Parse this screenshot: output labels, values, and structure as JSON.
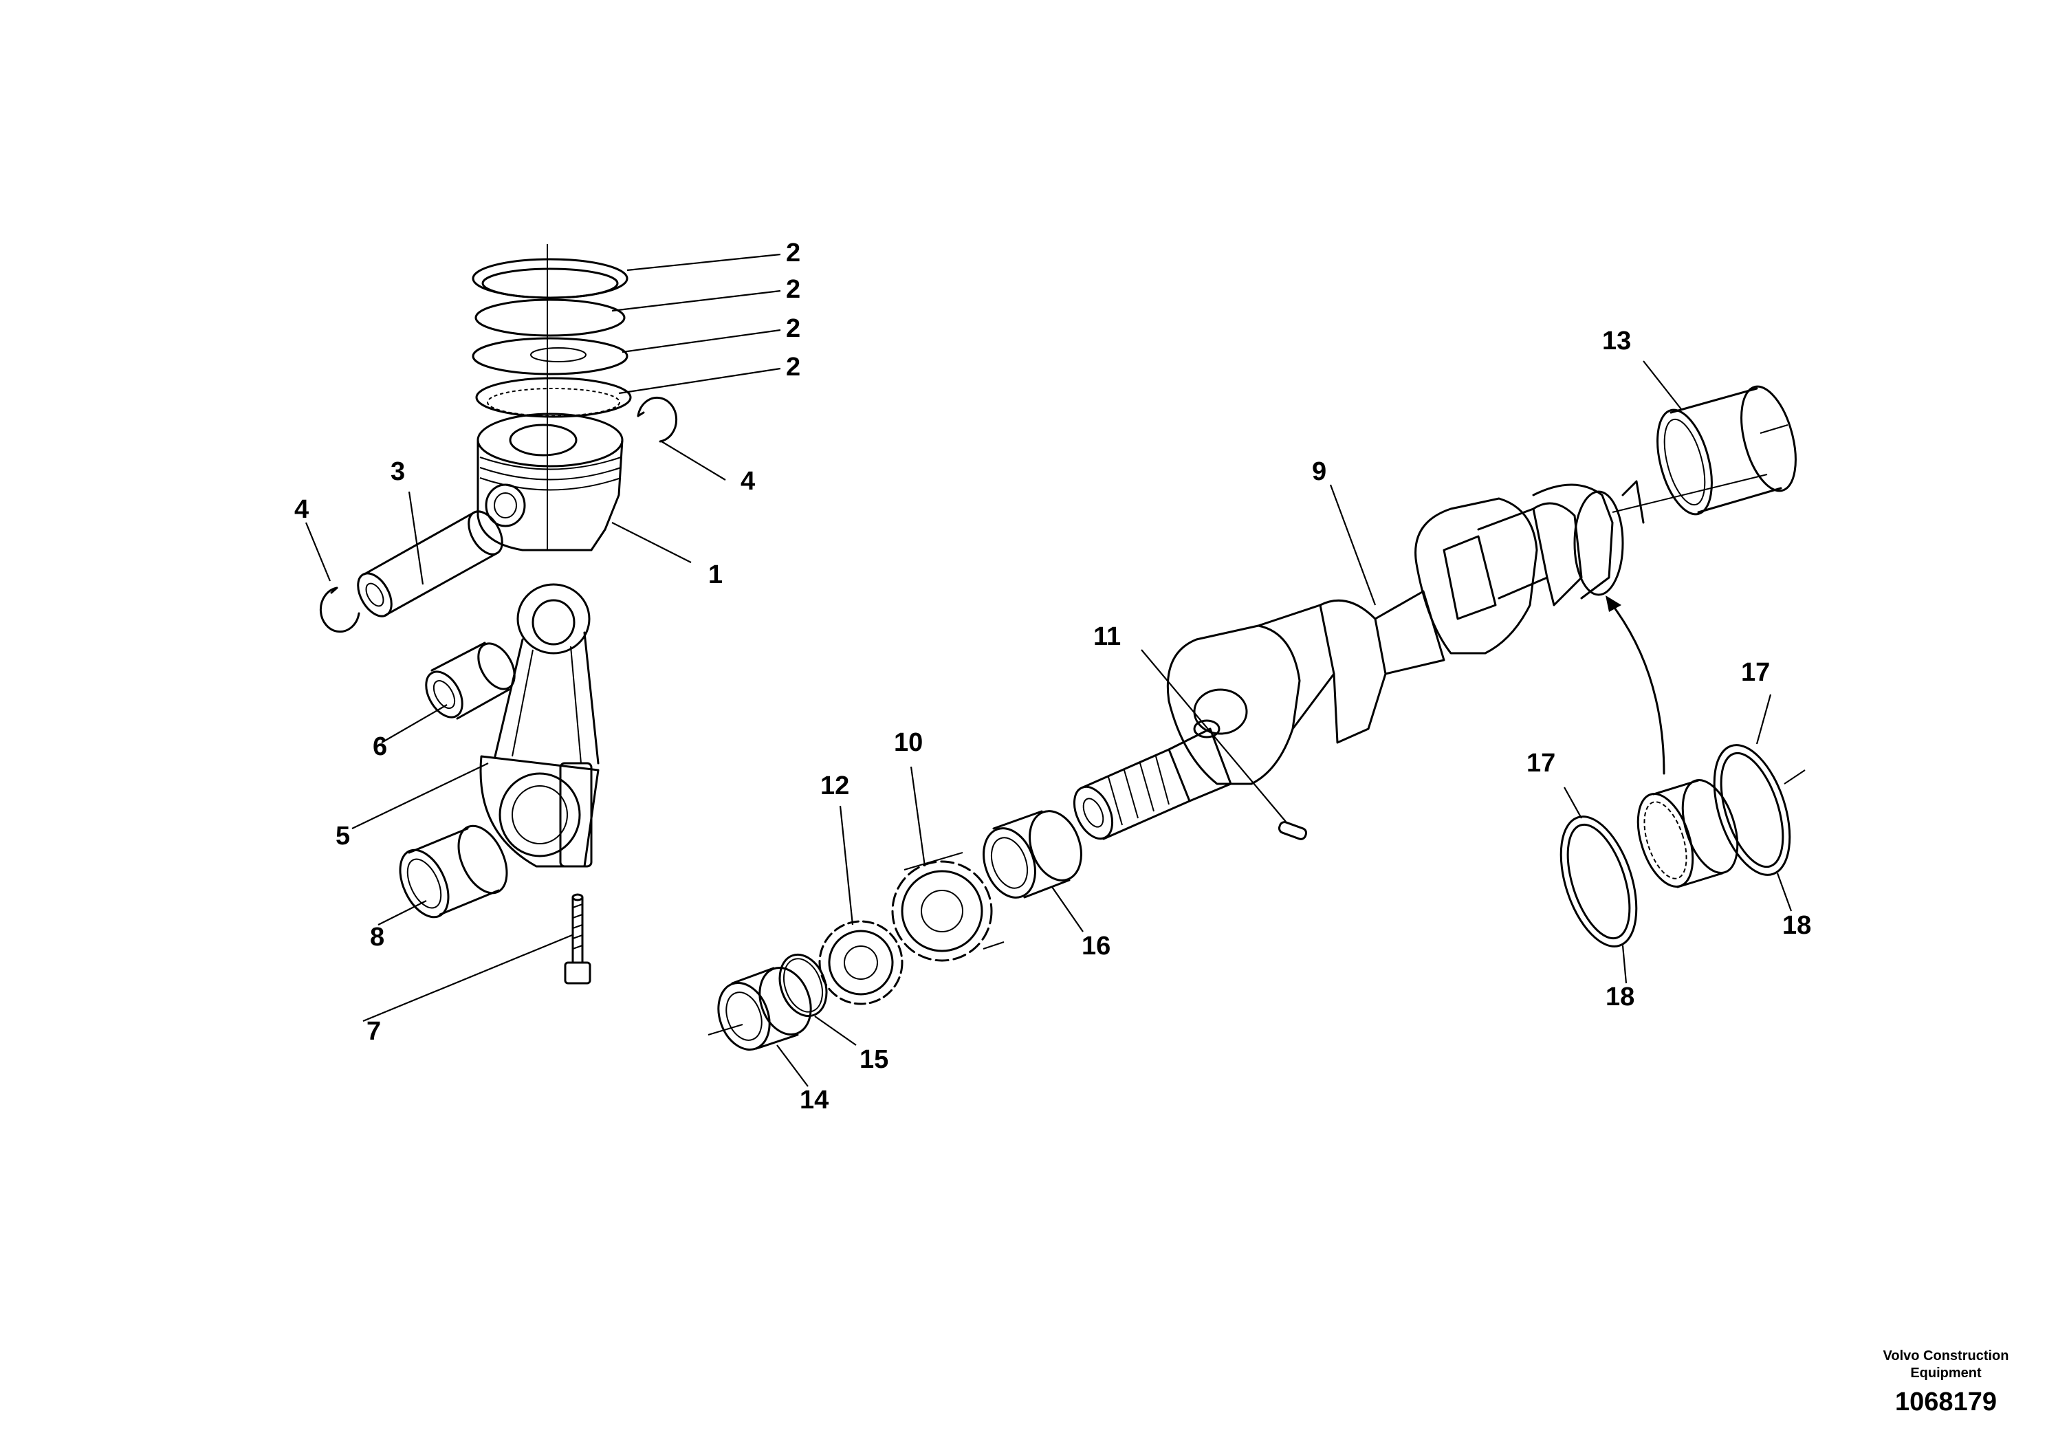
{
  "document": {
    "publisher": "Volvo Construction Equipment",
    "drawing_number": "1068179"
  },
  "callouts": [
    {
      "id": "c1",
      "label": "1"
    },
    {
      "id": "c2a",
      "label": "2"
    },
    {
      "id": "c2b",
      "label": "2"
    },
    {
      "id": "c2c",
      "label": "2"
    },
    {
      "id": "c2d",
      "label": "2"
    },
    {
      "id": "c3",
      "label": "3"
    },
    {
      "id": "c4a",
      "label": "4"
    },
    {
      "id": "c4b",
      "label": "4"
    },
    {
      "id": "c5",
      "label": "5"
    },
    {
      "id": "c6",
      "label": "6"
    },
    {
      "id": "c7",
      "label": "7"
    },
    {
      "id": "c8",
      "label": "8"
    },
    {
      "id": "c9",
      "label": "9"
    },
    {
      "id": "c10",
      "label": "10"
    },
    {
      "id": "c11",
      "label": "11"
    },
    {
      "id": "c12",
      "label": "12"
    },
    {
      "id": "c13",
      "label": "13"
    },
    {
      "id": "c14",
      "label": "14"
    },
    {
      "id": "c15",
      "label": "15"
    },
    {
      "id": "c16",
      "label": "16"
    },
    {
      "id": "c17a",
      "label": "17"
    },
    {
      "id": "c17b",
      "label": "17"
    },
    {
      "id": "c18a",
      "label": "18"
    },
    {
      "id": "c18b",
      "label": "18"
    }
  ]
}
